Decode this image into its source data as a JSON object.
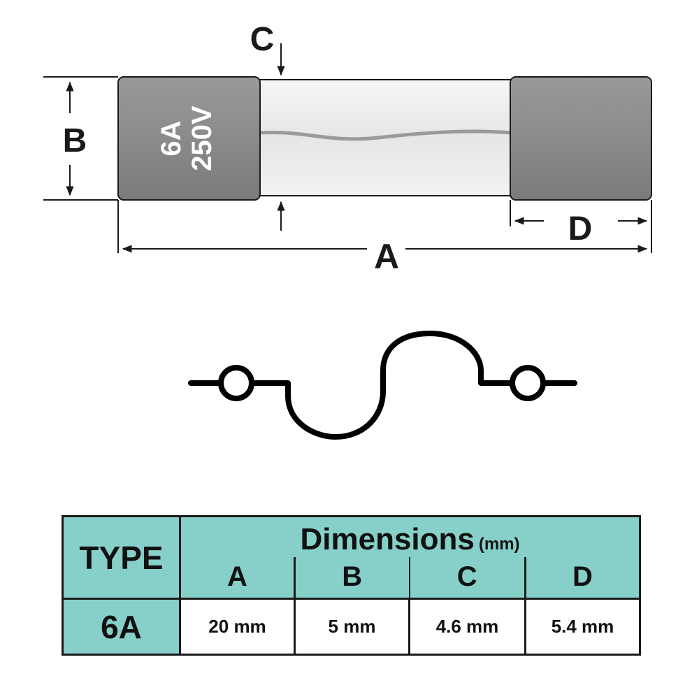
{
  "diagram": {
    "fuse_rating": "6A",
    "fuse_voltage": "250V",
    "label_a": "A",
    "label_b": "B",
    "label_c": "C",
    "label_d": "D",
    "colors": {
      "cap": "#8a8a8a",
      "glass": "#e8e8e8",
      "line": "#1a1a1a",
      "symbol": "#000000"
    }
  },
  "table": {
    "type_header": "TYPE",
    "dimensions_header": "Dimensions",
    "unit": "(mm)",
    "columns": [
      "A",
      "B",
      "C",
      "D"
    ],
    "rows": [
      {
        "type": "6A",
        "values": [
          "20 mm",
          "5 mm",
          "4.6 mm",
          "5.4 mm"
        ]
      }
    ],
    "colors": {
      "header_bg": "#86d0c9",
      "cell_bg": "#ffffff"
    }
  }
}
